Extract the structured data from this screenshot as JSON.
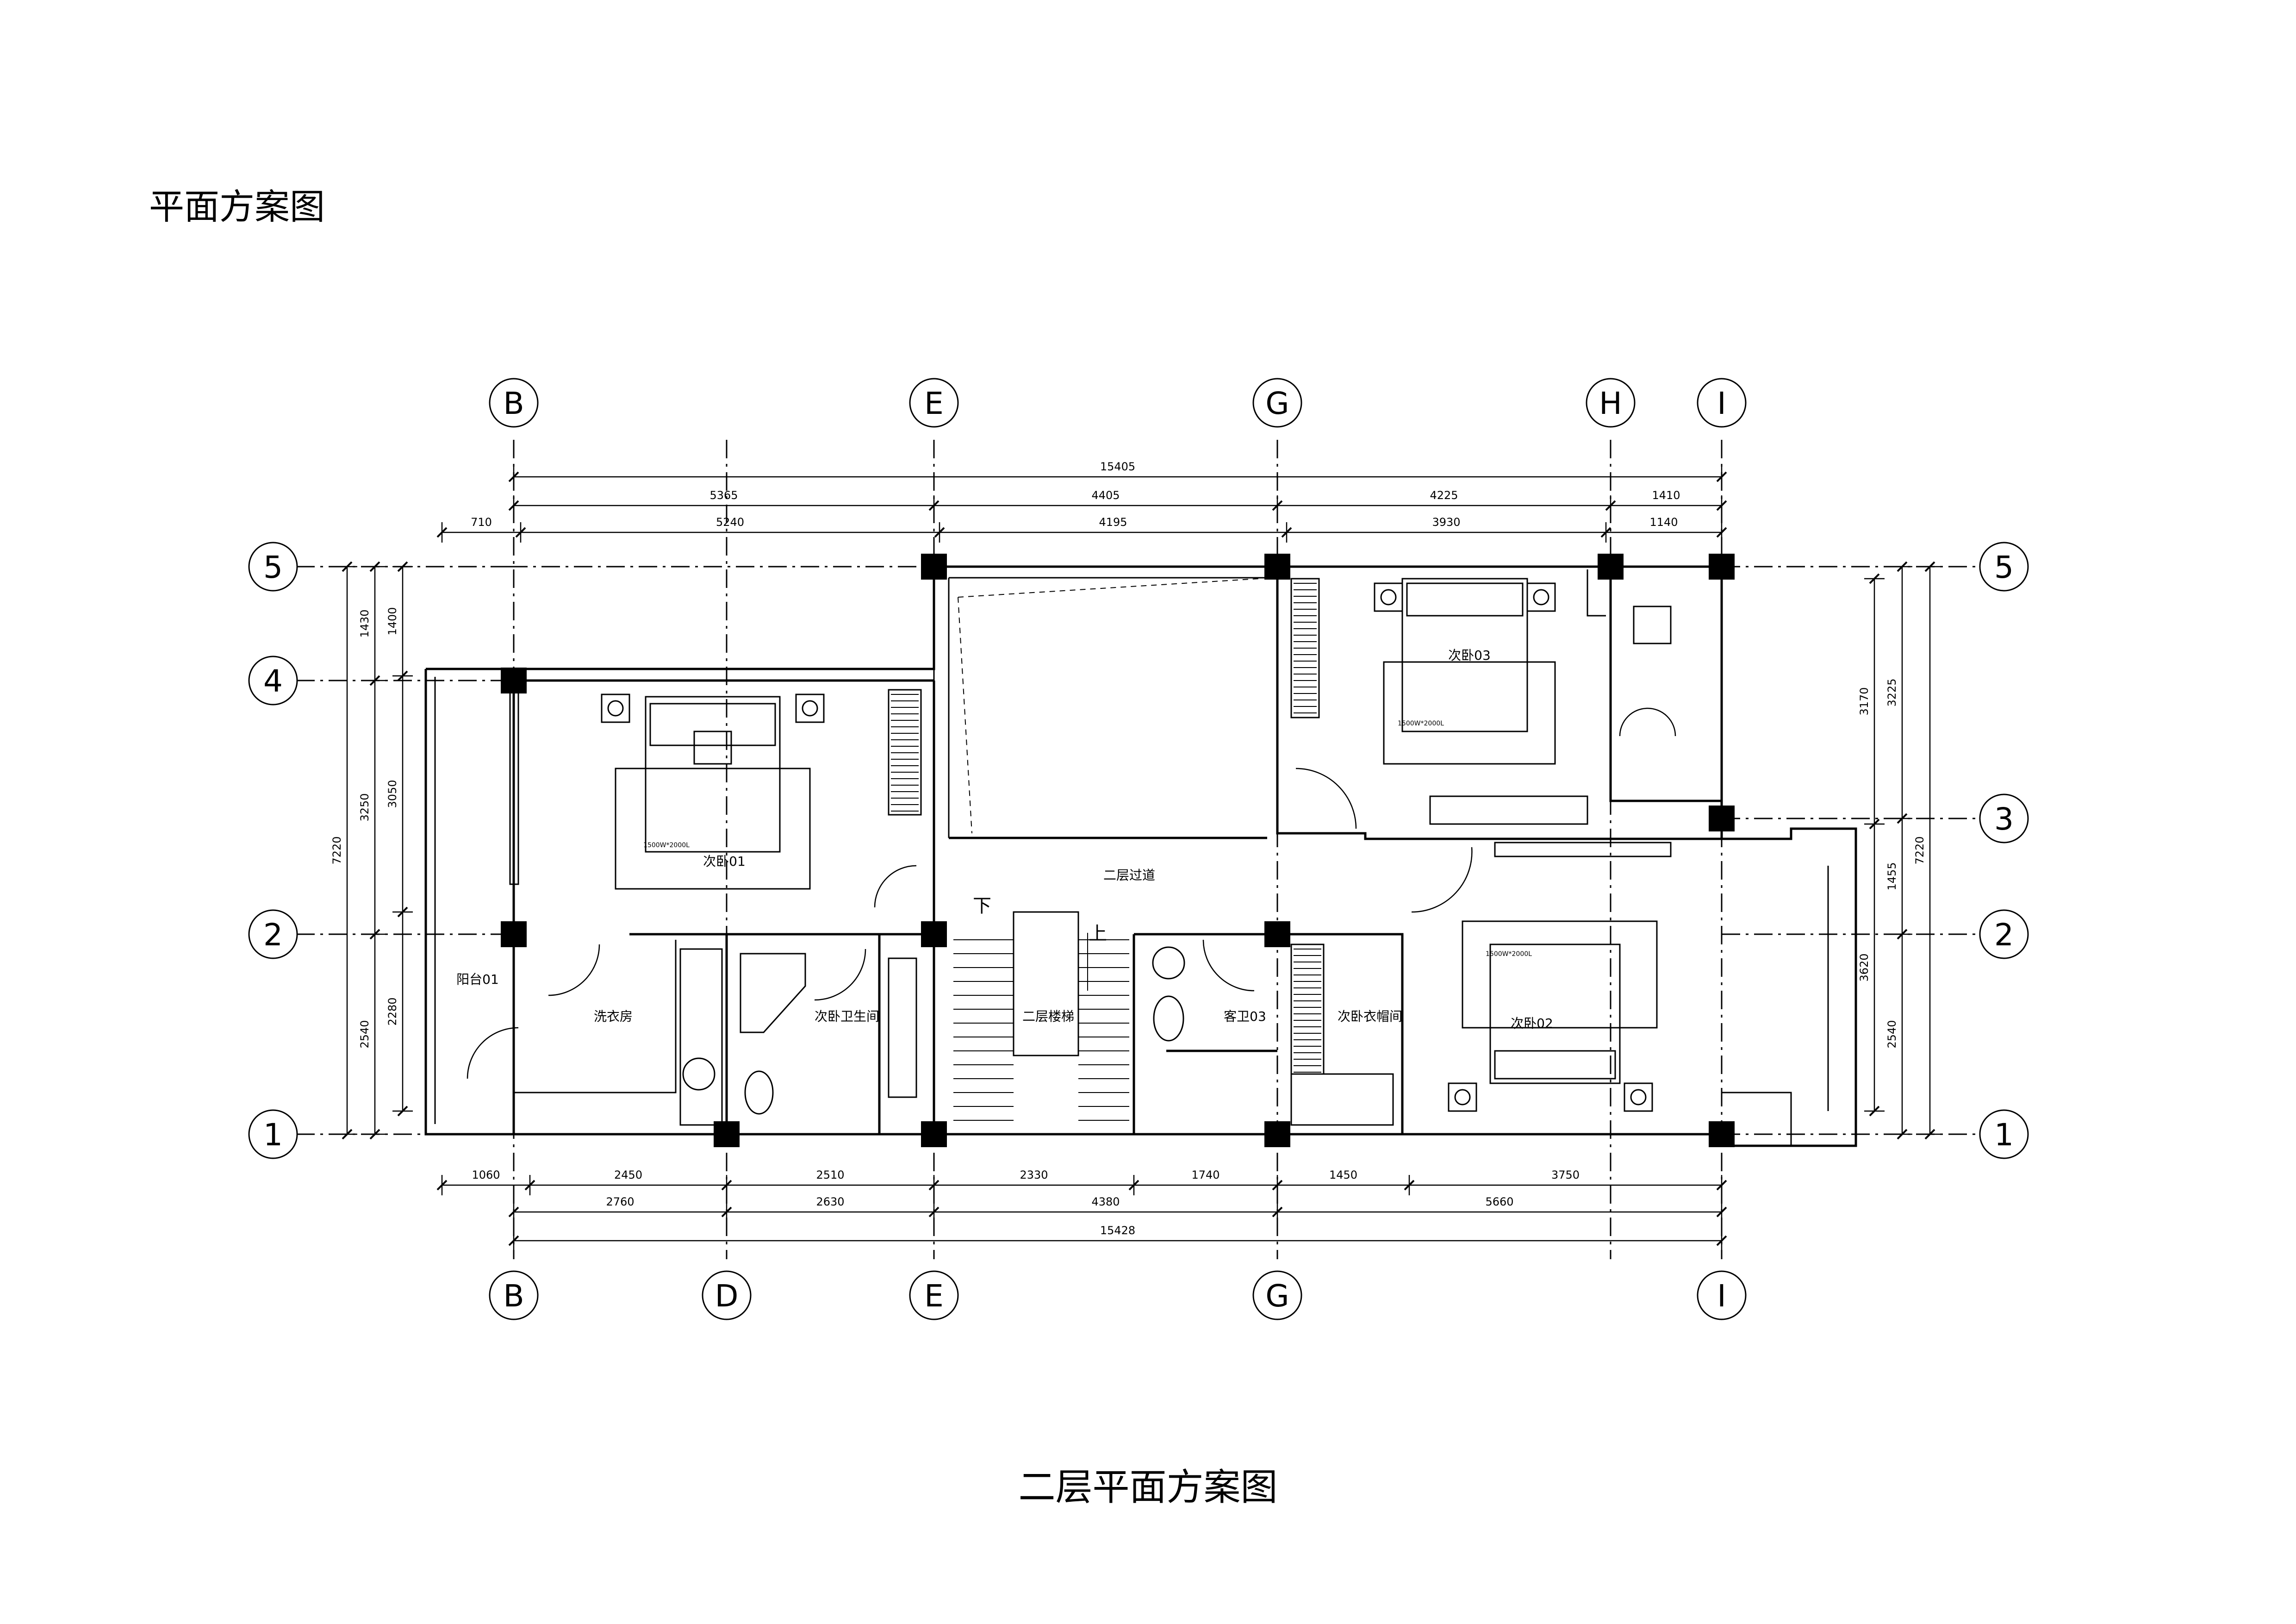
{
  "page_title": "平面方案图",
  "plan_title": "二层平面方案图",
  "axes": {
    "top_letters": [
      "B",
      "E",
      "G",
      "H",
      "I"
    ],
    "bottom_letters": [
      "B",
      "D",
      "E",
      "G",
      "I"
    ],
    "left_numbers": [
      "5",
      "4",
      "2",
      "1"
    ],
    "right_numbers": [
      "5",
      "3",
      "2",
      "1"
    ]
  },
  "dimensions": {
    "top_total": "15405",
    "top_row1": [
      "5365",
      "4405",
      "4225",
      "1410"
    ],
    "top_row2": [
      "710",
      "5240",
      "4195",
      "3930",
      "1140"
    ],
    "bottom_row1": [
      "1060",
      "2450",
      "2510",
      "2330",
      "1740",
      "1450",
      "3750"
    ],
    "bottom_row2": [
      "2760",
      "2630",
      "4380",
      "5660"
    ],
    "bottom_total": "15428",
    "left_outer": "7220",
    "left_mid": [
      "1430",
      "3250",
      "2540"
    ],
    "left_inner": [
      "1400",
      "3050",
      "2280"
    ],
    "right_inner": [
      "3170",
      "3620"
    ],
    "right_mid": [
      "3225",
      "1455",
      "2540"
    ],
    "right_outer": "7220"
  },
  "rooms": {
    "bedroom1": "次卧01",
    "bedroom2": "次卧02",
    "bedroom3": "次卧03",
    "corridor": "二层过道",
    "stair": "二层楼梯",
    "laundry": "洗衣房",
    "balcony": "阳台01",
    "bath": "次卧卫生间",
    "guest_bath": "客卫03",
    "closet": "次卧衣帽间",
    "down": "下",
    "up": "上",
    "bed_note": "1500W*2000L"
  }
}
